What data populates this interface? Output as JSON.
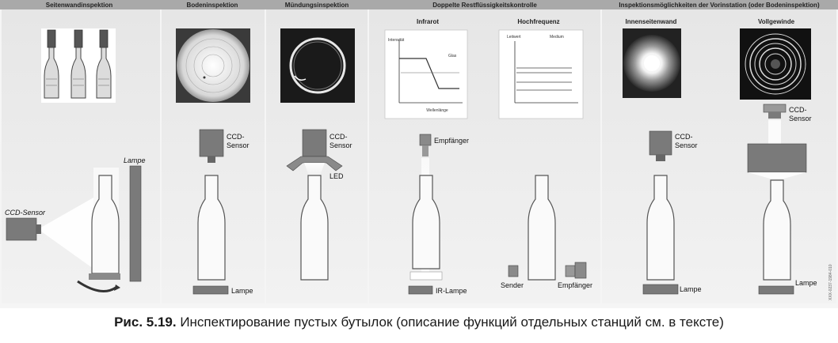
{
  "headers": {
    "side_wall": "Seitenwandinspektion",
    "base": "Bodeninspektion",
    "mouth": "Mündungsinspektion",
    "residual": "Doppelte Restflüssigkeitskontrolle",
    "options": "Inspektionsmöglichkeiten der Vorinstation (oder Bodeninspektion)"
  },
  "subheaders": {
    "infrared": "Infrarot",
    "hf": "Hochfrequenz",
    "inner_wall": "Innenseitenwand",
    "thread": "Vollgewinde"
  },
  "labels": {
    "lampe_upper": "Lampe",
    "ccd_sensor_italic": "CCD-Sensor",
    "ccd_line1": "CCD-",
    "ccd_line2": "Sensor",
    "led": "LED",
    "empfaenger": "Empfänger",
    "ir_lampe": "IR-Lampe",
    "sender": "Sender",
    "lampe": "Lampe"
  },
  "ir_graph": {
    "y_label": "Intensität",
    "x_label": "Wellenlänge",
    "curve_label": "Glas"
  },
  "hf_graph": {
    "y_label": "Leitwert",
    "top_label": "Medium"
  },
  "side_code": "XXX-0237-1984-010",
  "caption": {
    "prefix": "Рис. 5.19.",
    "text": "Инспектирование пустых бутылок (описание функций отдельных станций см. в тексте)"
  },
  "colors": {
    "banner": "#a9a9a9",
    "panel": "#ececec",
    "bottle_stroke": "#555555",
    "device": "#7a7a7a"
  }
}
